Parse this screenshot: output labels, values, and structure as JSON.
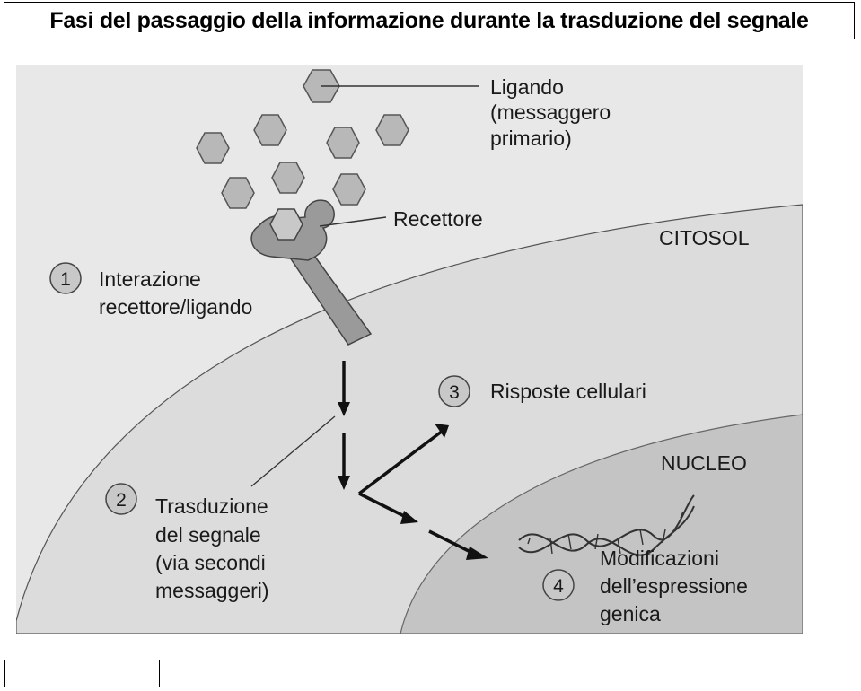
{
  "title": "Fasi del passaggio della informazione durante la trasduzione del segnale",
  "labels": {
    "ligand_line1": "Ligando",
    "ligand_line2": "(messaggero",
    "ligand_line3": "primario)",
    "receptor": "Recettore",
    "cytosol": "CITOSOL",
    "nucleus": "NUCLEO",
    "step1_num": "1",
    "step1_line1": "Interazione",
    "step1_line2": "recettore/ligando",
    "step2_num": "2",
    "step2_line1": "Trasduzione",
    "step2_line2": "del segnale",
    "step2_line3": "(via secondi",
    "step2_line4": "messaggeri)",
    "step3_num": "3",
    "step3_line1": "Risposte cellulari",
    "step4_num": "4",
    "step4_line1": "Modificazioni",
    "step4_line2": "dell’espressione",
    "step4_line3": "genica"
  },
  "colors": {
    "background": "#e8e8e8",
    "cell": "#dcdcdc",
    "nucleus": "#c4c4c4",
    "shape_fill": "#b8b8b8",
    "receptor_fill": "#9a9a9a"
  }
}
